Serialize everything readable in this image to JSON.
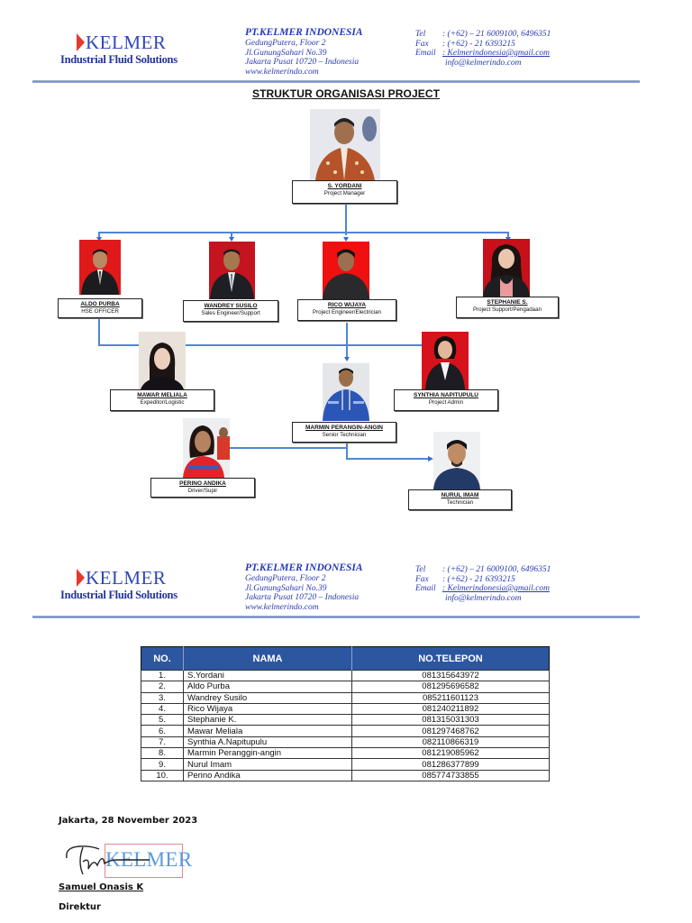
{
  "letterhead": {
    "logo_word": "KELMER",
    "logo_tagline": "Industrial Fluid Solutions",
    "company_name": "PT.KELMER INDONESIA",
    "address_lines": [
      "GedungPutera, Floor 2",
      "Jl.GunungSahari No.39",
      "Jakarta Pusat 10720 – Indonesia",
      "www.kelmerindo.com"
    ],
    "tel_label": "Tel",
    "tel_value": ": (+62) – 21 6009100, 6496351",
    "fax_label": "Fax",
    "fax_value": ":     (+62)   -   21   6393215",
    "email_label": "Email",
    "email_value": ": Kelmerindonesia@gmail.com",
    "email_value_2": "info@kelmerindo.com"
  },
  "org_chart": {
    "title": "STRUKTUR ORGANISASI PROJECT",
    "members": [
      {
        "name": "S. YORDANI",
        "role": "Project Manager"
      },
      {
        "name": "ALDO PURBA",
        "role": "HSE OFFICER"
      },
      {
        "name": "WANDREY SUSILO",
        "role": "Sales Engineer/Support"
      },
      {
        "name": "RICO WIJAYA",
        "role": "Project Engineer/Electrician"
      },
      {
        "name": "STEPHANIE S.",
        "role": "Project Support/Pengadaan"
      },
      {
        "name": "MAWAR MELIALA",
        "role": "Expeditor/Logistic"
      },
      {
        "name": "SYNTHIA NAPITUPULU",
        "role": "Project Admin"
      },
      {
        "name": "MARMIN PERANGIN-ANGIN",
        "role": "Senior Technician"
      },
      {
        "name": "PERINO ANDIKA",
        "role": "Driver/Supir"
      },
      {
        "name": "NURUL IMAM",
        "role": "Technician"
      }
    ],
    "line_color": "#4f86d8"
  },
  "contact_table": {
    "headers": [
      "NO.",
      "NAMA",
      "NO.TELEPON"
    ],
    "header_color": "#2c56a0",
    "rows": [
      [
        "1.",
        "S.Yordani",
        "081315643972"
      ],
      [
        "2.",
        "Aldo Purba",
        "081295696582"
      ],
      [
        "3.",
        "Wandrey Susilo",
        "085211601123"
      ],
      [
        "4.",
        "Rico Wijaya",
        "081240211892"
      ],
      [
        "5.",
        "Stephanie K.",
        "081315031303"
      ],
      [
        "6.",
        "Mawar Meliala",
        "081297468762"
      ],
      [
        "7.",
        "Synthia A.Napitupulu",
        "082110866319"
      ],
      [
        "8.",
        "Marmin Peranggin-angin",
        "081219085962"
      ],
      [
        "9.",
        "Nurul Imam",
        "081286377899"
      ],
      [
        "10.",
        "Perino Andika",
        "085774733855"
      ]
    ]
  },
  "signature": {
    "place_date": "Jakarta, 28 November 2023",
    "stamp_text": "KELMER",
    "signer_name": "Samuel Onasis K",
    "signer_title": "Direktur"
  }
}
